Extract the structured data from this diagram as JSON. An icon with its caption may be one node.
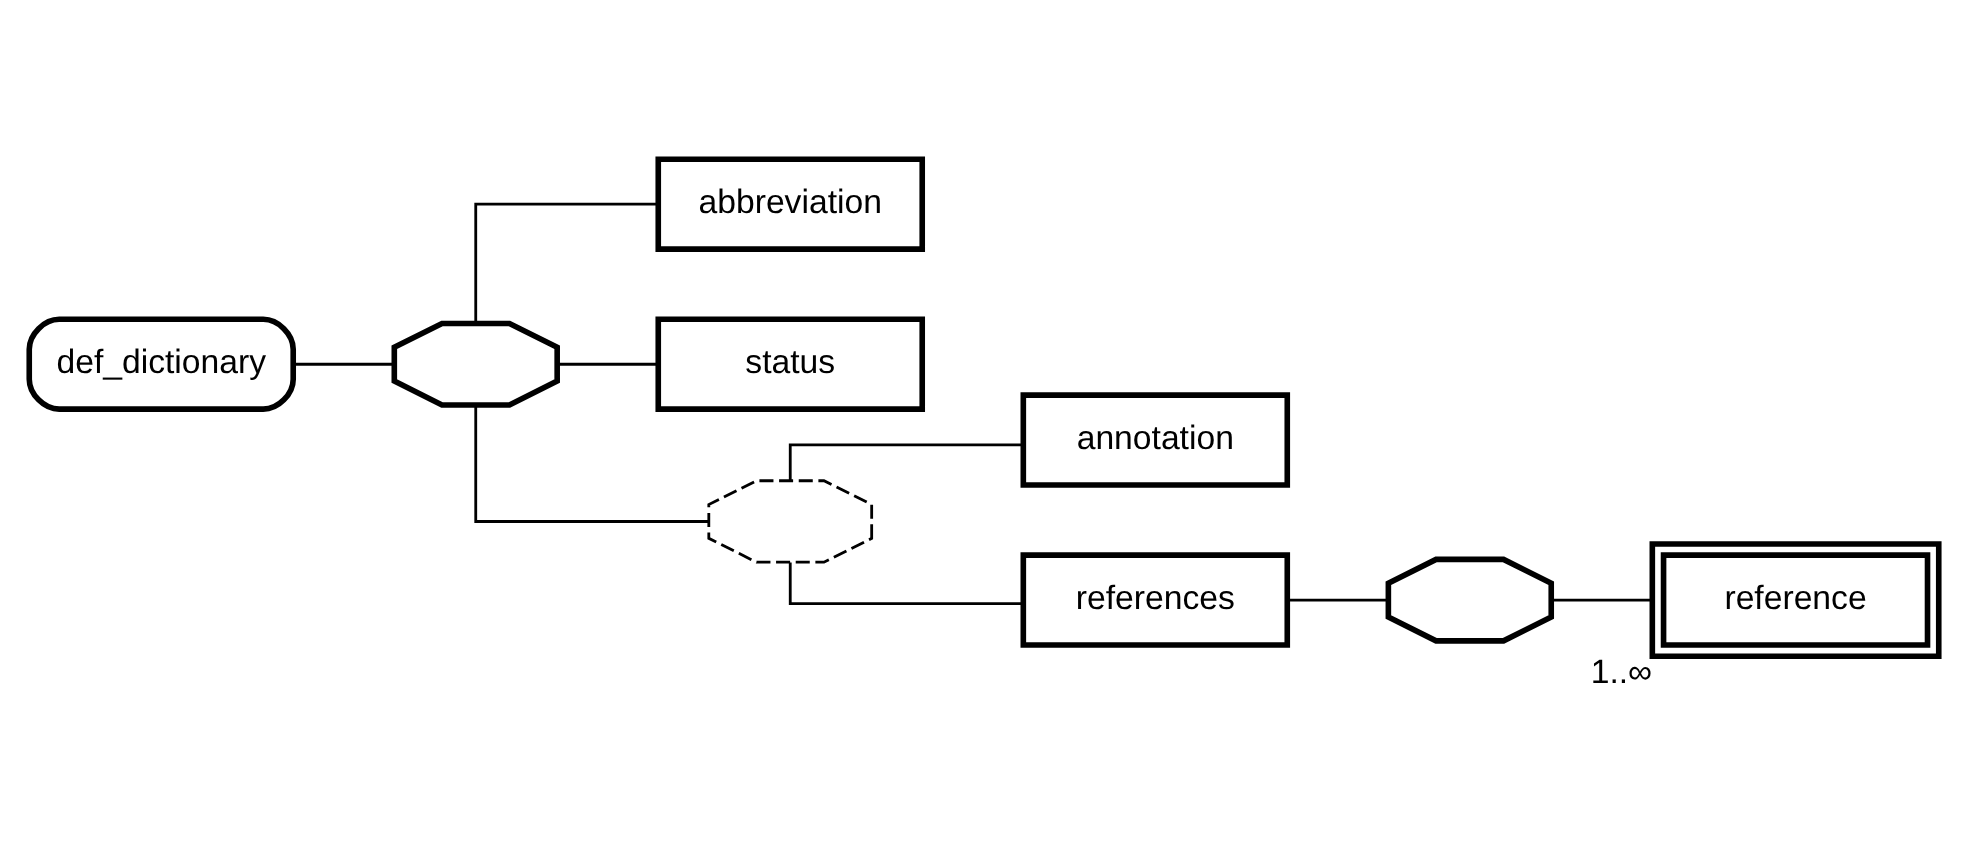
{
  "diagram": {
    "nodes": [
      {
        "text": [
          "def_dictionary"
        ]
      },
      {
        "text": [],
        "shape": "octagon"
      },
      {
        "text": [
          "abbreviation"
        ]
      },
      {
        "text": [
          "status"
        ]
      },
      {
        "text": [],
        "shape": "octagon"
      },
      {
        "text": [
          "annotation"
        ]
      },
      {
        "text": [
          "references"
        ]
      },
      {
        "text": [],
        "shape": "octagon"
      },
      {
        "text": [
          "reference"
        ],
        "beside": [
          "1..∞"
        ]
      }
    ],
    "edges": [
      {
        "from": 0,
        "to": 1,
        "arrow": "none"
      },
      {
        "from": 1,
        "to": 2,
        "arrow": "none"
      },
      {
        "from": 1,
        "to": 3,
        "arrow": "none"
      },
      {
        "from": 1,
        "to": 4,
        "arrow": "none"
      },
      {
        "from": 4,
        "to": 5,
        "arrow": "none"
      },
      {
        "from": 4,
        "to": 6,
        "arrow": "none"
      },
      {
        "from": 6,
        "to": 7,
        "arrow": "none"
      },
      {
        "from": 7,
        "to": 8,
        "arrow": "none"
      }
    ]
  }
}
